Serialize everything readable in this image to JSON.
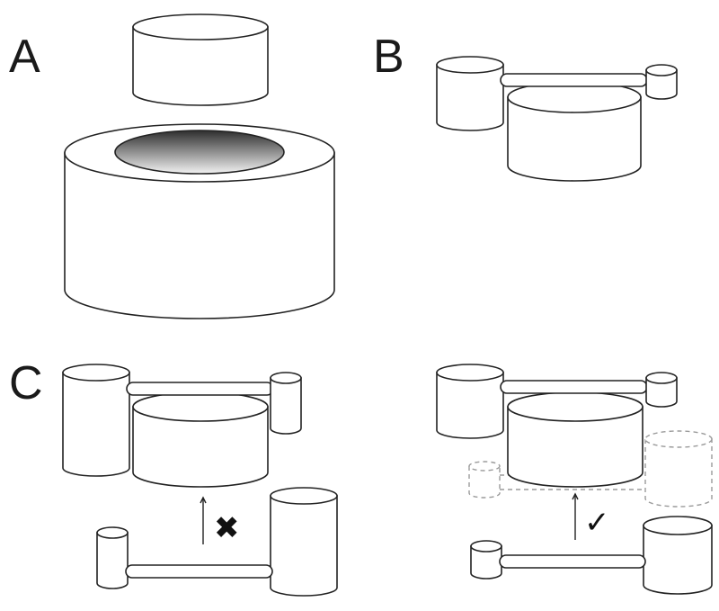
{
  "panels": {
    "a": {
      "label": "A"
    },
    "b": {
      "label": "B"
    },
    "c": {
      "label": "C"
    }
  },
  "marks": {
    "fail": "✖",
    "success": "✓"
  },
  "colors": {
    "stroke": "#222222",
    "ghost_stroke": "#9a9a9a",
    "hole_dark": "#2e2e2e",
    "hole_light": "#f2f2f2"
  }
}
